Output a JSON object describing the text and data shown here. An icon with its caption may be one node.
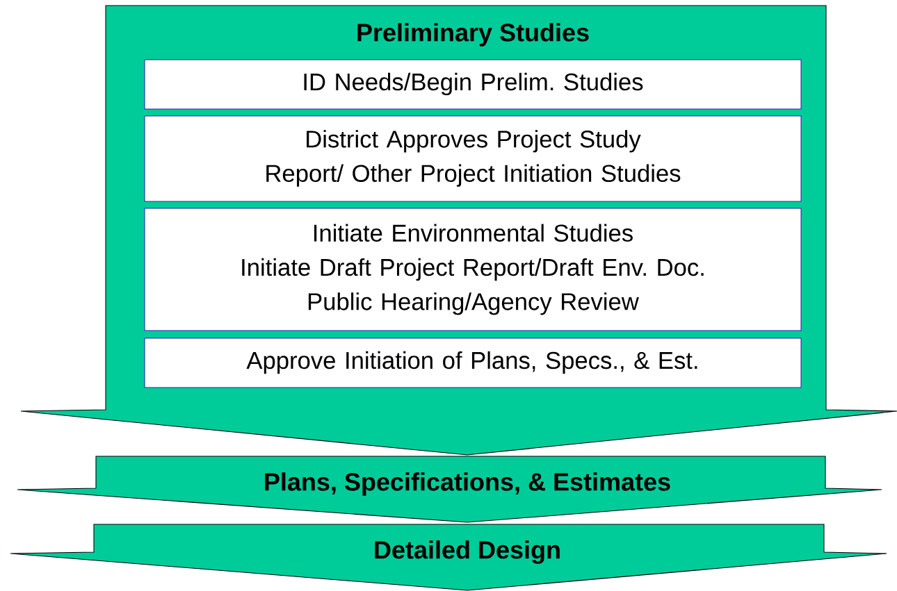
{
  "diagram": {
    "nodes": [
      {
        "text": [
          "Preliminary Studies"
        ]
      },
      {
        "text": [
          "ID Needs/Begin Prelim. Studies"
        ],
        "in": 0
      },
      {
        "text": [
          "District Approves Project Study Report/ Other Project Initiation Studies"
        ],
        "in": 0
      },
      {
        "text": [
          "Initiate Environmental Studies",
          "Initiate Draft Project Report/Draft Env. Doc.",
          "Public Hearing/Agency Review"
        ],
        "in": 0
      },
      {
        "text": [
          "Approve Initiation of Plans, Specs., & Est."
        ],
        "in": 0
      },
      {
        "text": [
          "Plans, Specifications, & Estimates"
        ]
      },
      {
        "text": [
          "Detailed Design"
        ]
      }
    ]
  }
}
